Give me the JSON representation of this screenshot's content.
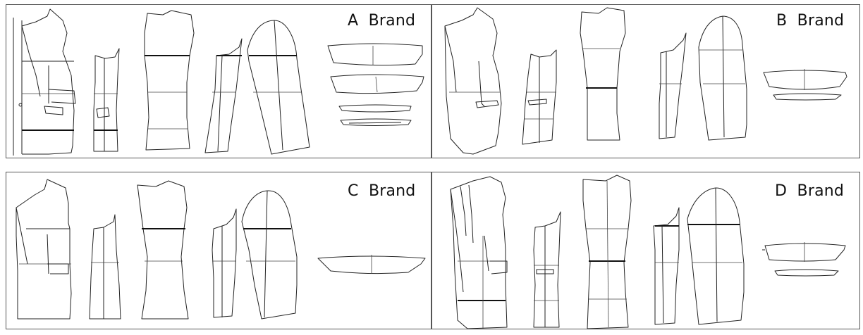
{
  "panels": [
    {
      "id": "A",
      "label": "A  Brand"
    },
    {
      "id": "B",
      "label": "B  Brand"
    },
    {
      "id": "C",
      "label": "C  Brand"
    },
    {
      "id": "D",
      "label": "D  Brand"
    }
  ]
}
